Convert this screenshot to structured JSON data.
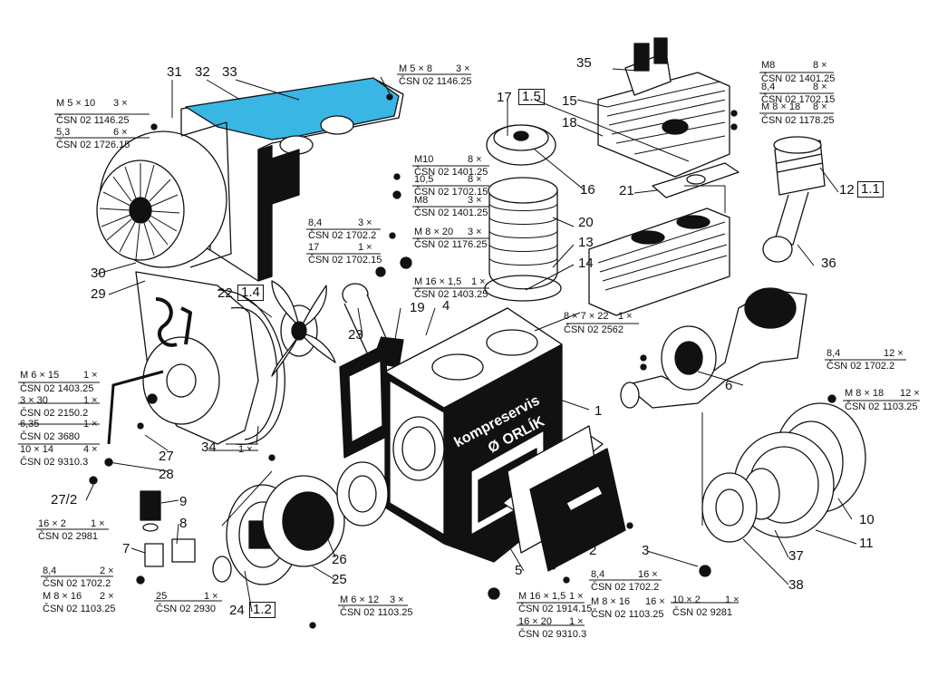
{
  "callouts": {
    "c31": "31",
    "c32": "32",
    "c33": "33",
    "c35": "35",
    "c15": "15",
    "c18": "18",
    "c17": "17",
    "c15b": "1.5",
    "c16": "16",
    "c21": "21",
    "c12": "12",
    "c12b": "1.1",
    "c20": "20",
    "c13": "13",
    "c14": "14",
    "c36": "36",
    "c30": "30",
    "c29": "29",
    "c22": "22",
    "c22b": "1.4",
    "c19": "19",
    "c4": "4",
    "c23": "23",
    "c6": "6",
    "c1": "1",
    "c34": "34",
    "c27": "27",
    "c28": "28",
    "c27_2": "27/2",
    "c9": "9",
    "c8": "8",
    "c7": "7",
    "c26": "26",
    "c25": "25",
    "c24": "24",
    "c24b": "1.2",
    "c2": "2",
    "c5": "5",
    "c3": "3",
    "c10": "10",
    "c11": "11",
    "c37": "37",
    "c38": "38"
  },
  "specs": {
    "s1a": "M 5 × 10",
    "s1b": "3 ×",
    "s1c": "ČSN 02 1146.25",
    "s2a": "5,3",
    "s2b": "6 ×",
    "s2c": "ČSN 02 1726.15",
    "s3a": "M 5 × 8",
    "s3b": "3 ×",
    "s3c": "ČSN 02 1146.25",
    "s4a": "M8",
    "s4b": "8 ×",
    "s4c": "ČSN 02 1401.25",
    "s5a": "8,4",
    "s5b": "8 ×",
    "s5c": "ČSN 02 1702.15",
    "s6a": "M 8 × 18",
    "s6b": "8 ×",
    "s6c": "ČSN 02 1178.25",
    "s7a": "M10",
    "s7b": "8 ×",
    "s7c": "ČSN 02 1401.25",
    "s8a": "10,5",
    "s8b": "8 ×",
    "s8c": "ČSN 02 1702.15",
    "s9a": "M8",
    "s9b": "3 ×",
    "s9c": "ČSN 02 1401.25",
    "s10a": "8,4",
    "s10b": "3 ×",
    "s10c": "ČSN 02 1702.2",
    "s11a": "M 8 × 20",
    "s11b": "3 ×",
    "s11c": "ČSN 02 1176.25",
    "s12a": "17",
    "s12b": "1 ×",
    "s12c": "ČSN 02 1702.15",
    "s13a": "M 16 × 1,5",
    "s13b": "1 ×",
    "s13c": "ČSN 02 1403.25",
    "s14a": "8 × 7 × 22",
    "s14b": "1 ×",
    "s14c": "ČSN 02 2562",
    "s15a": "8,4",
    "s15b": "12 ×",
    "s15c": "ČSN 02 1702.2",
    "s16a": "M 8 × 18",
    "s16b": "12 ×",
    "s16c": "ČSN 02 1103.25",
    "s17a": "M 6 × 15",
    "s17b": "1 ×",
    "s17c": "ČSN 02 1403.25",
    "s18a": "3 × 30",
    "s18b": "1 ×",
    "s18c": "ČSN 02 2150.2",
    "s19a": "6,35",
    "s19b": "1 ×",
    "s19c": "ČSN 02 3680",
    "s20a": "10 × 14",
    "s20b": "4 ×",
    "s20c": "ČSN 02 9310.3",
    "s21a": "16 × 2",
    "s21b": "1 ×",
    "s21c": "ČSN 02 2981",
    "s22a": "8,4",
    "s22b": "2 ×",
    "s22c": "ČSN 02 1702.2",
    "s23a": "M 8 × 16",
    "s23b": "2 ×",
    "s23c": "ČSN 02 1103.25",
    "s24a": "25",
    "s24b": "1 ×",
    "s24c": "ČSN 02 2930",
    "s25a": "M 6 × 12",
    "s25b": "3 ×",
    "s25c": "ČSN 02 1103.25",
    "s26a": "M 16 × 1,5",
    "s26b": "1 ×",
    "s26c": "ČSN 02 1914.15",
    "s27a": "16 × 20",
    "s27b": "1 ×",
    "s27c": "ČSN 02 9310.3",
    "s28a": "8,4",
    "s28b": "16 ×",
    "s28c": "ČSN 02 1702.2",
    "s29a": "M 8 × 16",
    "s29b": "16 ×",
    "s29c": "ČSN 02 1103.25",
    "s30a": "10 × 2",
    "s30b": "1 ×",
    "s30c": "ČSN 02 9281",
    "s34b": "1 ×"
  },
  "brand": {
    "line1": "kompreservis",
    "line2": "ORLÍK"
  },
  "colors": {
    "ink": "#111111",
    "highlight": "#39b6e4"
  }
}
